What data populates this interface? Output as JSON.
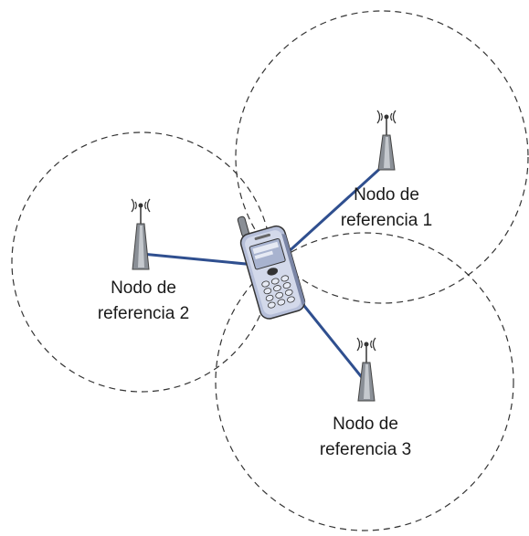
{
  "diagram": {
    "nodes": [
      {
        "id": 1,
        "line1": "Nodo de",
        "line2": "referencia 1"
      },
      {
        "id": 2,
        "line1": "Nodo de",
        "line2": "referencia 2"
      },
      {
        "id": 3,
        "line1": "Nodo de",
        "line2": "referencia 3"
      }
    ],
    "colors": {
      "link": "#2f4f8f",
      "range_circle": "#333333",
      "tower_body": "#8a8f96",
      "phone_body": "#b6bfd9"
    },
    "icons": {
      "mobile": "mobile-phone-icon",
      "tower": "antenna-tower-icon"
    }
  }
}
